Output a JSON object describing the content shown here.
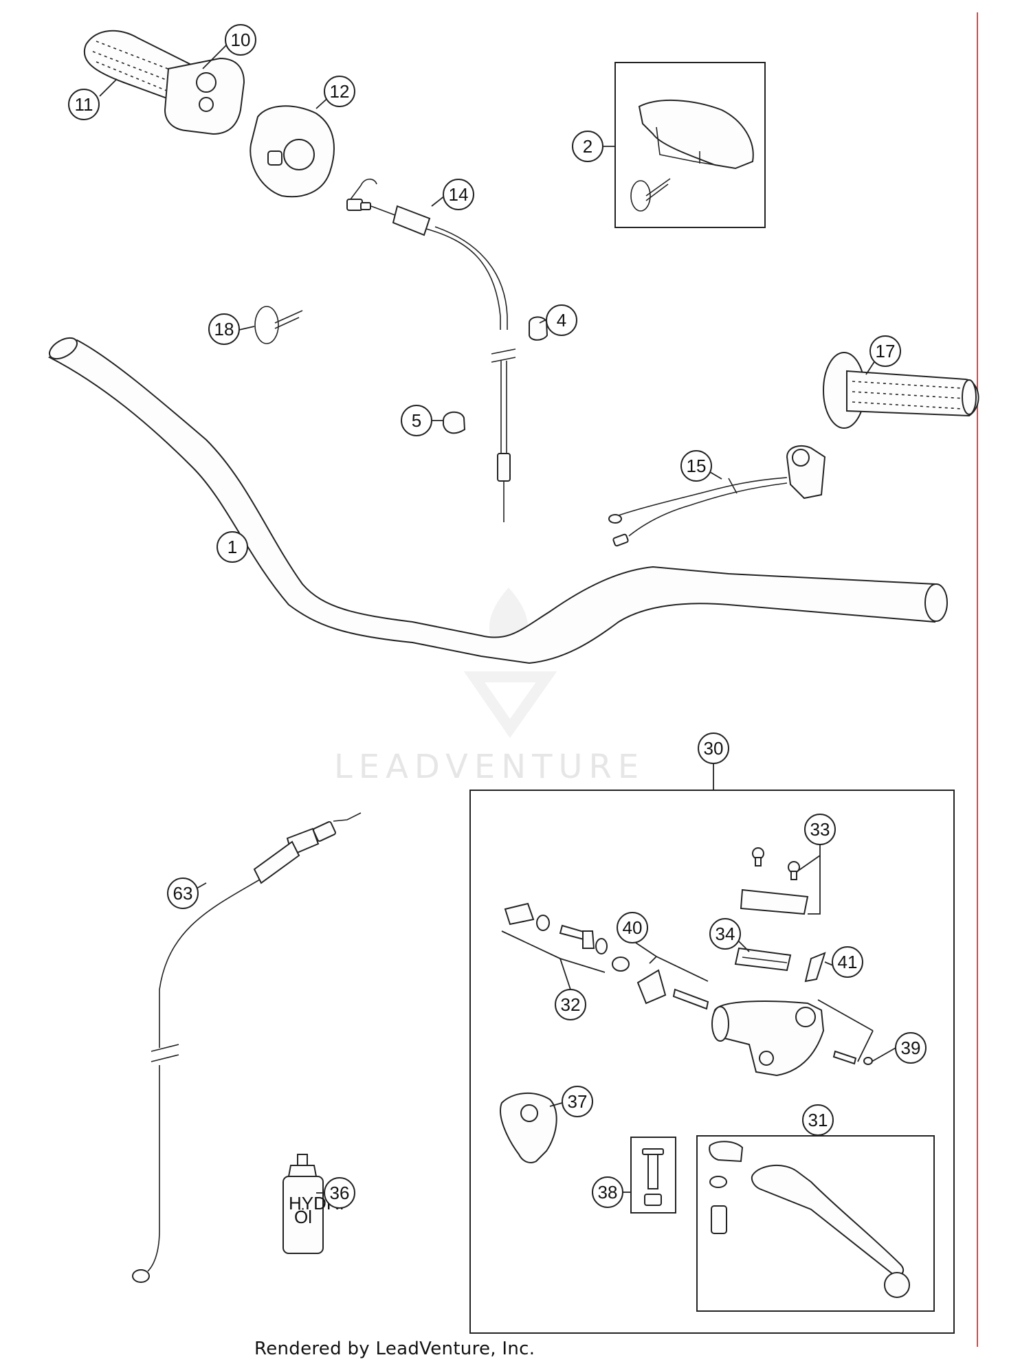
{
  "watermark": "LEADVENTURE",
  "footer": "Rendered by LeadVenture, Inc.",
  "callouts": {
    "c1": "1",
    "c2": "2",
    "c4": "4",
    "c5": "5",
    "c10": "10",
    "c11": "11",
    "c12": "12",
    "c14": "14",
    "c15": "15",
    "c17": "17",
    "c18": "18",
    "c30": "30",
    "c31": "31",
    "c32": "32",
    "c33": "33",
    "c34": "34",
    "c36": "36",
    "c37": "37",
    "c38": "38",
    "c39": "39",
    "c40": "40",
    "c41": "41",
    "c63": "63"
  },
  "bottle_label": [
    "HYDR.",
    "Öl"
  ],
  "colors": {
    "line": "#222222",
    "right_border": "#e84040",
    "watermark": "#e6e6e6"
  }
}
